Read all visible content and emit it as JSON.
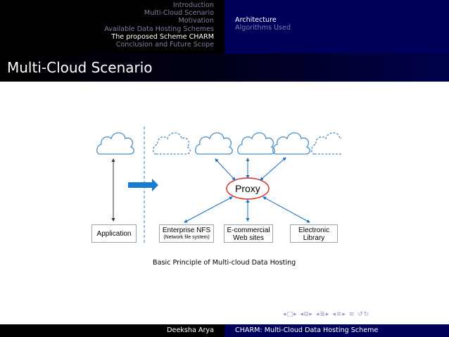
{
  "nav": {
    "sections": [
      {
        "label": "Introduction",
        "current": false
      },
      {
        "label": "Multi-Cloud Scenario",
        "current": false
      },
      {
        "label": "Motivation",
        "current": false
      },
      {
        "label": "Available Data Hosting Schemes",
        "current": false
      },
      {
        "label": "The proposed Scheme CHARM",
        "current": true
      },
      {
        "label": "Conclusion and Future Scope",
        "current": false
      }
    ],
    "subsections": [
      {
        "label": "Architecture",
        "current": true
      },
      {
        "label": "Algorithms Used",
        "current": false
      }
    ]
  },
  "slide": {
    "title": "Multi-Cloud Scenario",
    "figure": {
      "proxy": "Proxy",
      "application": "Application",
      "enterprise_nfs": "Enterprise NFS",
      "enterprise_nfs_sub": "(Network file system)",
      "ecommercial_1": "E-commercial",
      "ecommercial_2": "Web sites",
      "electronic_1": "Electronic",
      "electronic_2": "Library"
    },
    "caption": "Basic Principle of Multi-cloud Data Hosting"
  },
  "footer": {
    "author": "Deeksha Arya",
    "short_title": "CHARM: Multi-Cloud Data Hosting Scheme"
  },
  "colors": {
    "header_left": "#000000",
    "header_right": "#00005a",
    "cloud_blue": "#4a90c8",
    "proxy_red": "#e03030",
    "arrow_blue": "#1a6fc0"
  }
}
